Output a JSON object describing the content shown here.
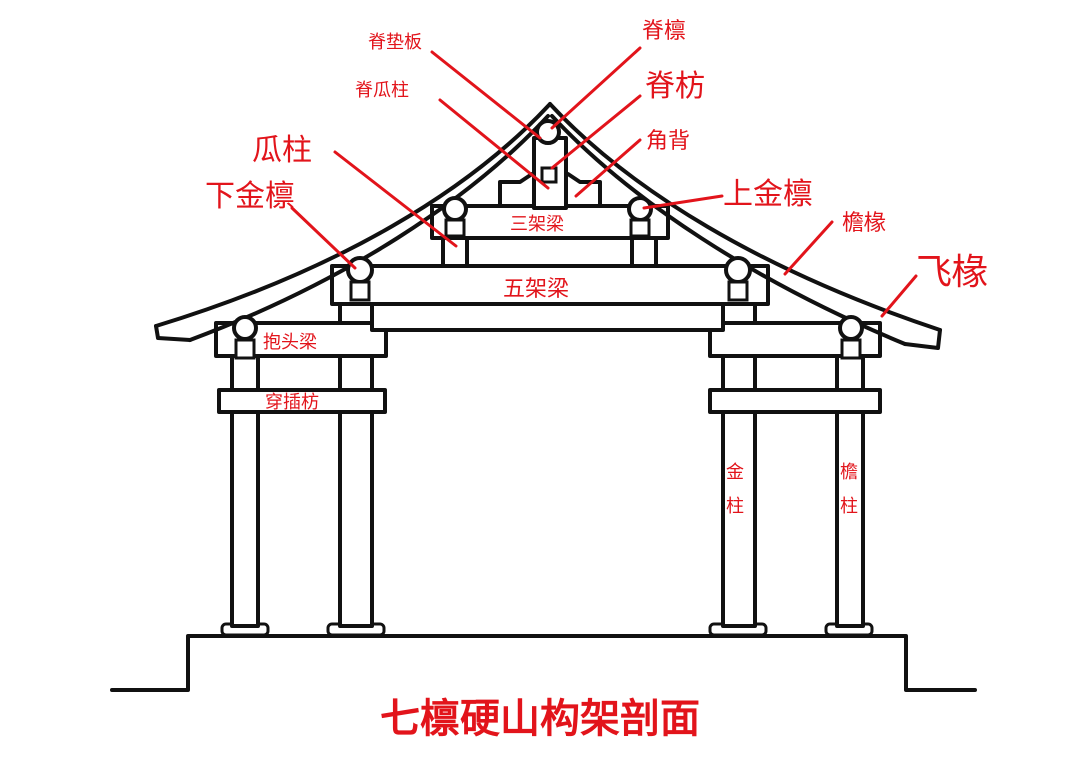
{
  "title": "七檩硬山构架剖面",
  "labels": {
    "ji_dian_ban": "脊垫板",
    "ji_lin": "脊檩",
    "ji_gua_zhu": "脊瓜柱",
    "ji_fang": "脊枋",
    "jiao_bei": "角背",
    "gua_zhu": "瓜柱",
    "xia_jin_lin": "下金檩",
    "shang_jin_lin": "上金檩",
    "yan_chuan": "檐椽",
    "fei_chuan": "飞椽",
    "san_jia_liang": "三架梁",
    "wu_jia_liang": "五架梁",
    "bao_tou_liang": "抱头梁",
    "chuan_cha_fang": "穿插枋",
    "jin_zhu": "金柱",
    "yan_zhu": "檐柱"
  },
  "colors": {
    "annotation": "#e2141b",
    "ink": "#111111",
    "background": "#ffffff"
  }
}
